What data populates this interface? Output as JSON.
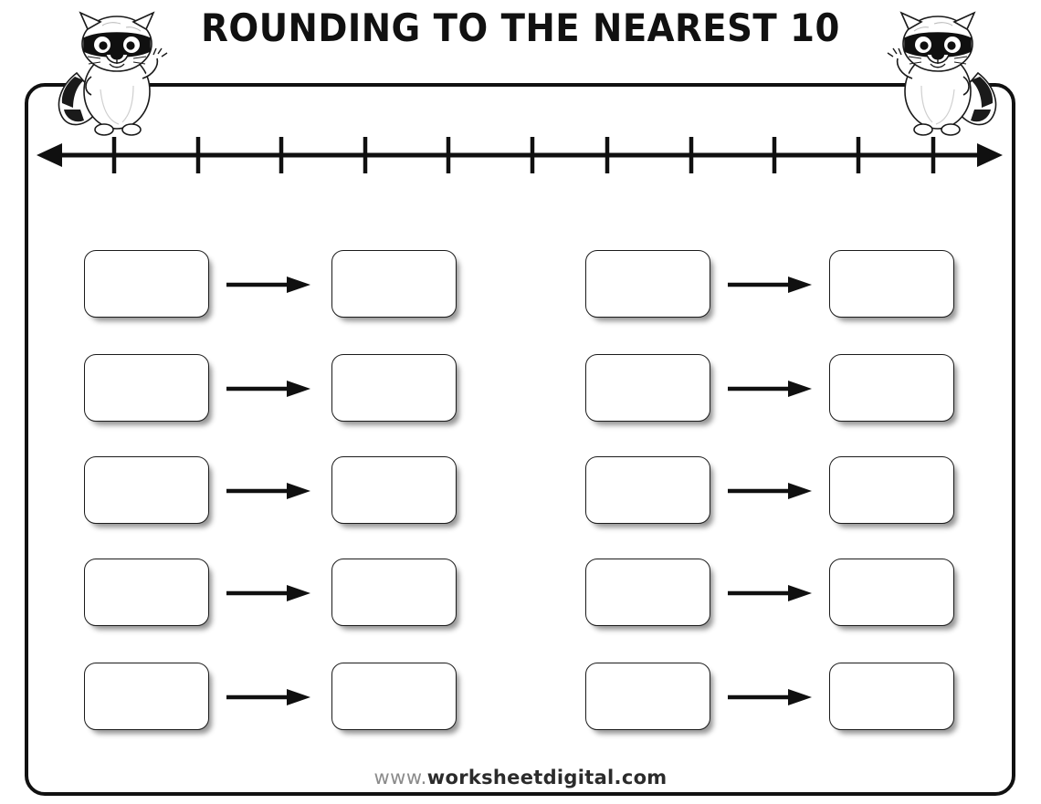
{
  "worksheet": {
    "title": "ROUNDING TO THE NEAREST 10",
    "footer_prefix": "www.",
    "footer_domain": "worksheetdigital.com",
    "ink_color": "#111111",
    "paper_color": "#ffffff",
    "box_border_color": "#1b1b1b"
  },
  "mascots": [
    {
      "name": "raccoon-left",
      "pose": "waving",
      "facing": "right"
    },
    {
      "name": "raccoon-right",
      "pose": "waving",
      "facing": "left"
    }
  ],
  "number_line": {
    "label": "blank number line",
    "arrow_left": true,
    "arrow_right": true,
    "tick_count": 11,
    "tick_labels": [
      "",
      "",
      "",
      "",
      "",
      "",
      "",
      "",
      "",
      "",
      ""
    ]
  },
  "problems": {
    "columns": 2,
    "rows": 5,
    "total": 10,
    "arrow_symbol": "→",
    "items": [
      {
        "id": 1,
        "column": 1,
        "row": 1,
        "number": "",
        "rounded": ""
      },
      {
        "id": 2,
        "column": 1,
        "row": 2,
        "number": "",
        "rounded": ""
      },
      {
        "id": 3,
        "column": 1,
        "row": 3,
        "number": "",
        "rounded": ""
      },
      {
        "id": 4,
        "column": 1,
        "row": 4,
        "number": "",
        "rounded": ""
      },
      {
        "id": 5,
        "column": 1,
        "row": 5,
        "number": "",
        "rounded": ""
      },
      {
        "id": 6,
        "column": 2,
        "row": 1,
        "number": "",
        "rounded": ""
      },
      {
        "id": 7,
        "column": 2,
        "row": 2,
        "number": "",
        "rounded": ""
      },
      {
        "id": 8,
        "column": 2,
        "row": 3,
        "number": "",
        "rounded": ""
      },
      {
        "id": 9,
        "column": 2,
        "row": 4,
        "number": "",
        "rounded": ""
      },
      {
        "id": 10,
        "column": 2,
        "row": 5,
        "number": "",
        "rounded": ""
      }
    ]
  }
}
